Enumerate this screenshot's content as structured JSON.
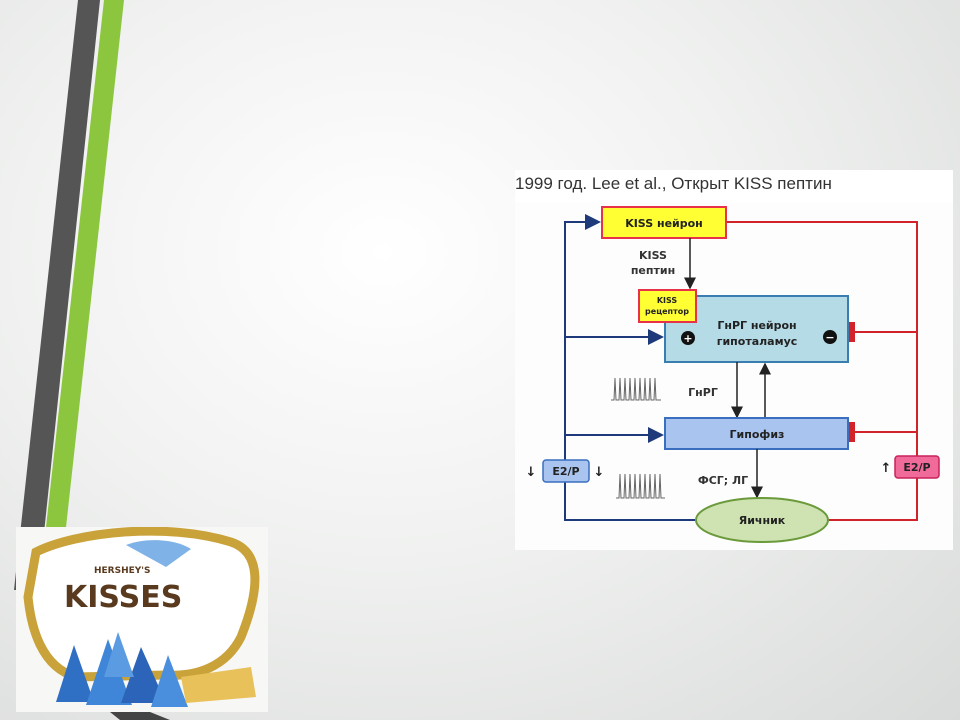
{
  "figure": {
    "title": "1999 год. Lee et al., Открыт KISS пептин",
    "nodes": {
      "kiss_neuron": "KISS нейрон",
      "kiss_receptor_line1": "KISS",
      "kiss_receptor_line2": "рецептор",
      "gnrh_neuron_line1": "ГнРГ нейрон",
      "gnrh_neuron_line2": "гипоталамус",
      "pituitary": "Гипофиз",
      "ovary": "Яичник",
      "e2p_left": "E2/P",
      "e2p_right": "E2/P"
    },
    "labels": {
      "kiss_peptide_line1": "KISS",
      "kiss_peptide_line2": "пептин",
      "gnrh": "ГнРГ",
      "fsh_lh": "ФСГ; ЛГ"
    },
    "symbols": {
      "plus": "+",
      "minus": "−",
      "arrow_down": "↓",
      "arrow_up": "↑"
    }
  },
  "photo": {
    "brand": "HERSHEY'S",
    "product": "KISSES"
  },
  "colors": {
    "stripe_dark": "#555555",
    "stripe_green": "#8cc63f",
    "yellow_box": "#ffff33",
    "red_outline": "#e8324a",
    "blue_box": "#a9c4ee",
    "teal_box": "#b4dbe6",
    "ovary": "#cfe3b2",
    "pink_box": "#f06a9a",
    "navy_line": "#1f3a7a",
    "red_line": "#d2232a"
  }
}
